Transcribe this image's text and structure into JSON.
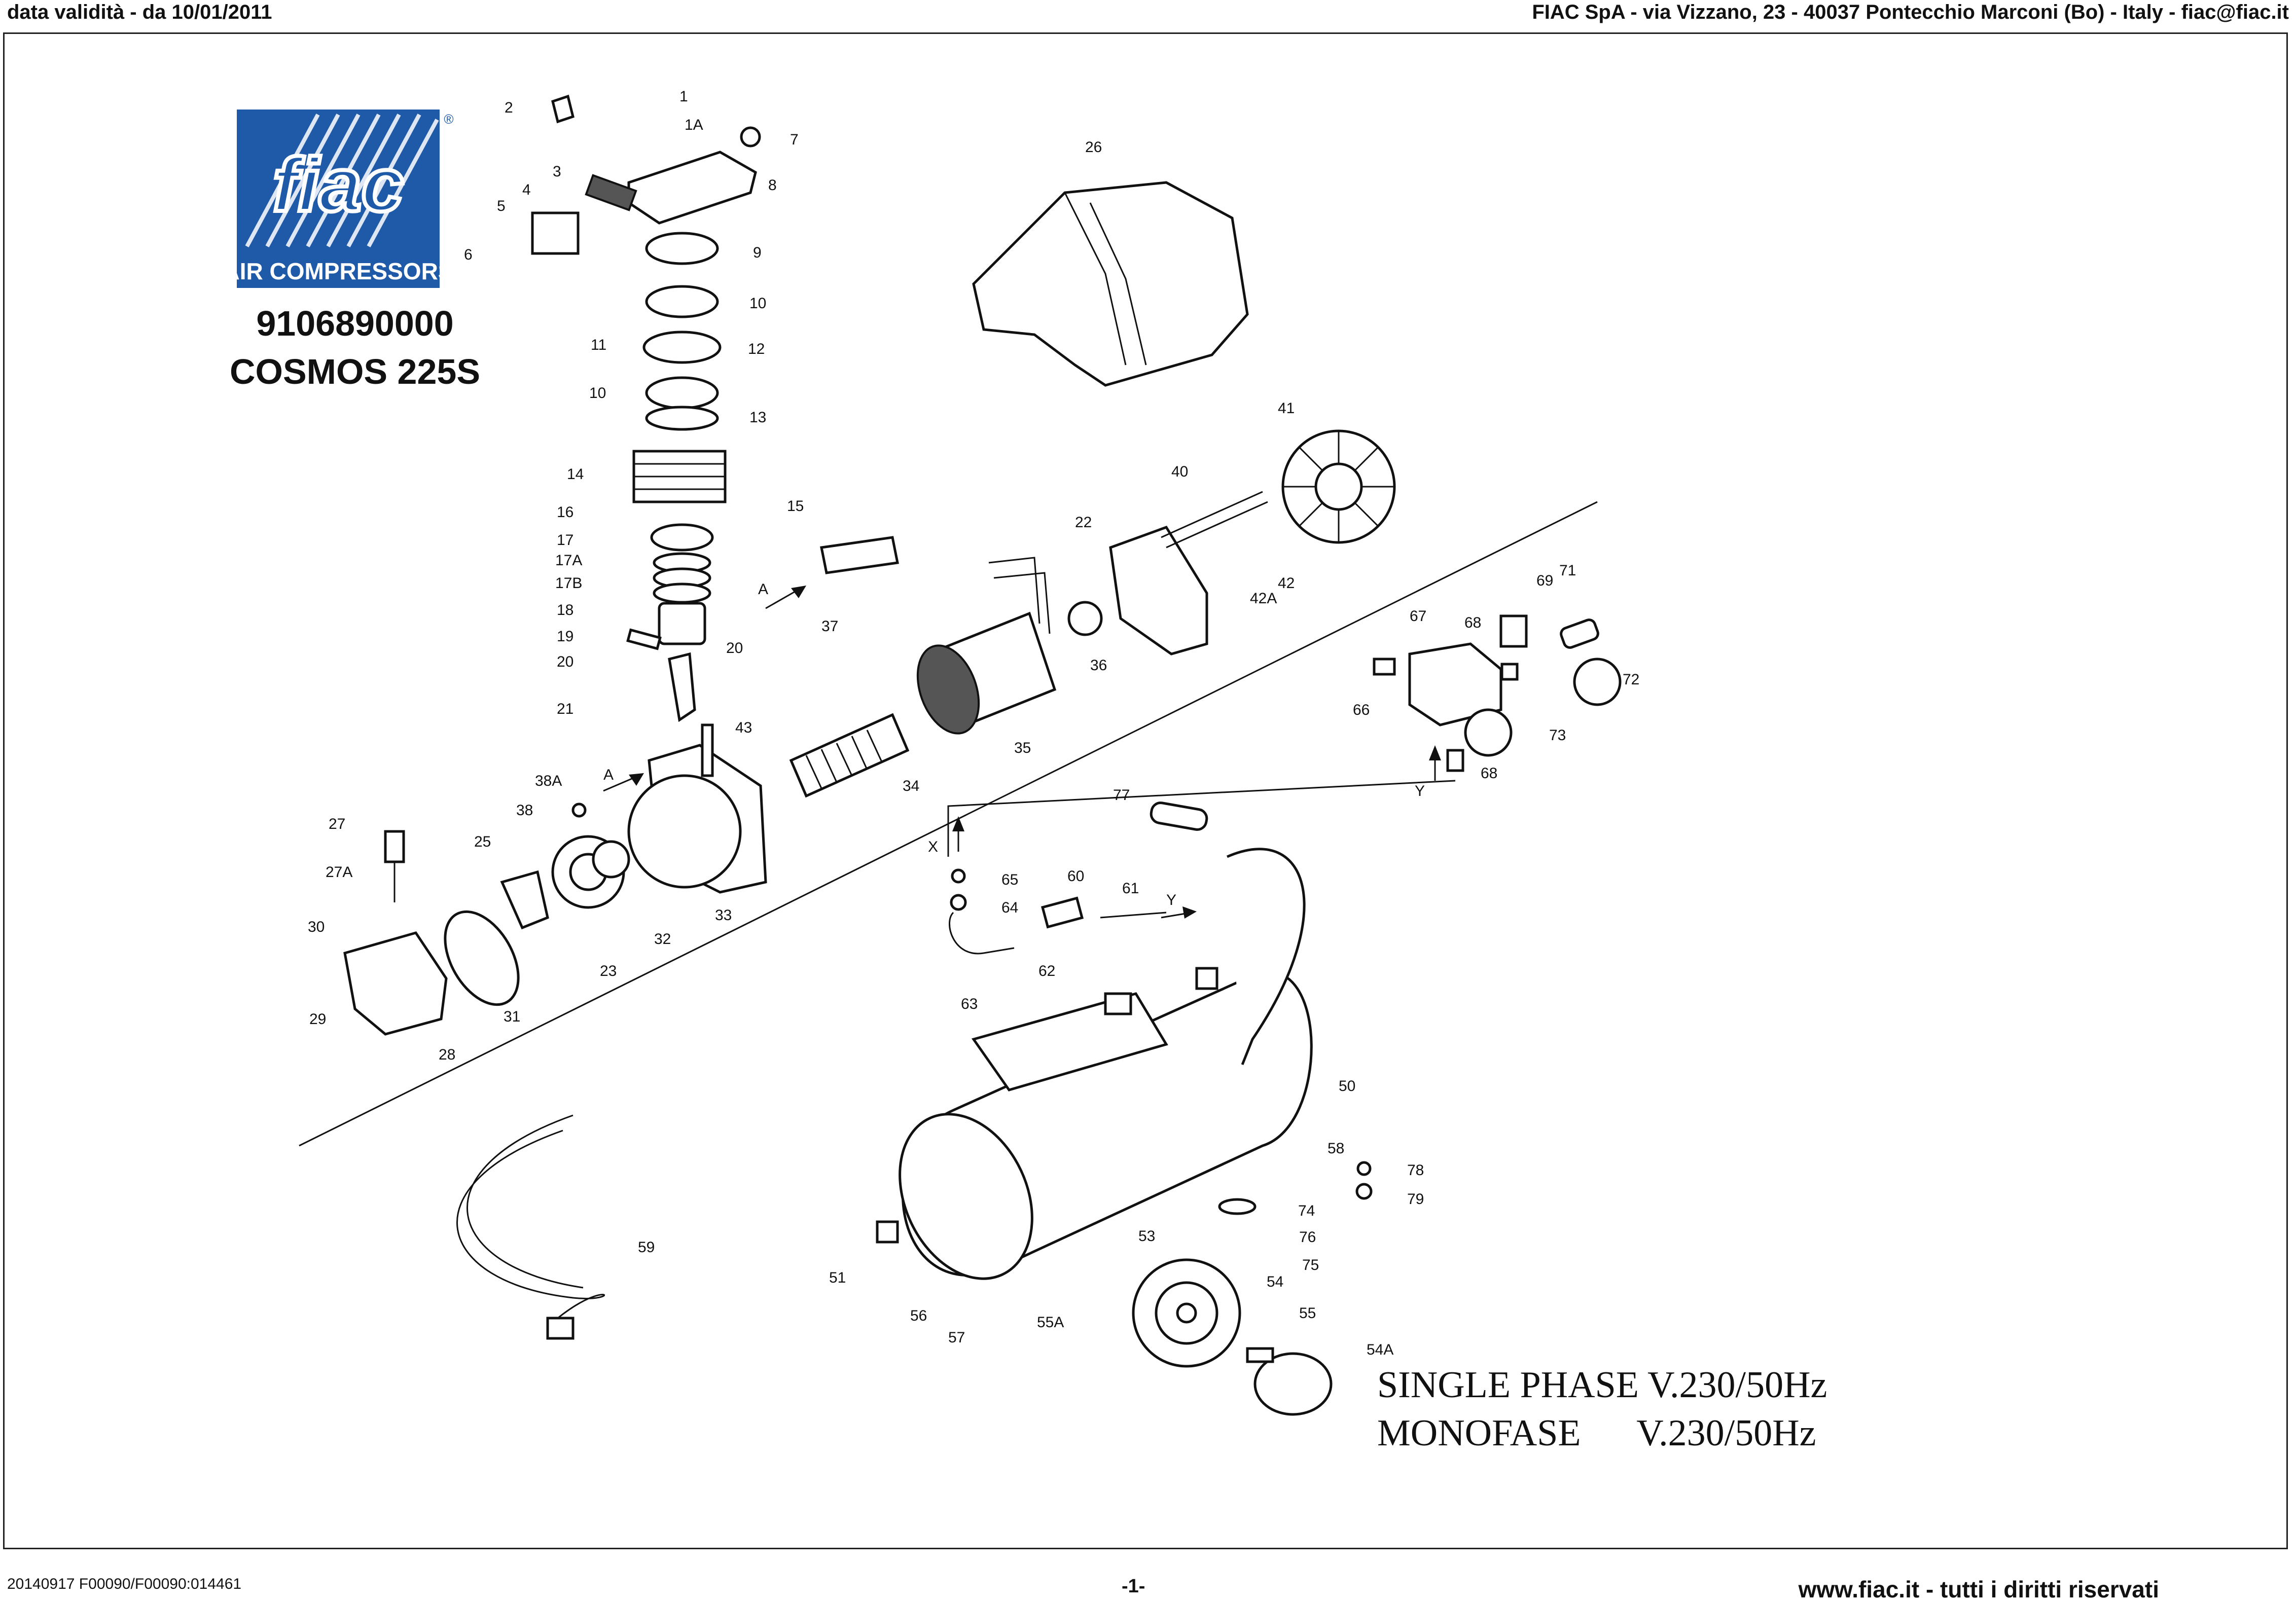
{
  "header": {
    "validity": "data validità - da 10/01/2011",
    "company": "FIAC SpA - via Vizzano, 23 - 40037 Pontecchio Marconi (Bo) - Italy - fiac@fiac.it"
  },
  "logo": {
    "wordmark": "fiac",
    "tagline": "AIR COMPRESSORS",
    "registered": "®",
    "colors": {
      "blue": "#1f5aa8",
      "white": "#ffffff"
    }
  },
  "model": {
    "code": "9106890000",
    "name": "COSMOS 225S"
  },
  "voltage": {
    "line1": "SINGLE PHASE V.230/50Hz",
    "line2": "MONOFASE      V.230/50Hz"
  },
  "arrow_labels": [
    "A",
    "A",
    "X",
    "Y",
    "Y"
  ],
  "parts": [
    "1",
    "1A",
    "2",
    "3",
    "4",
    "5",
    "6",
    "7",
    "8",
    "9",
    "10",
    "10",
    "11",
    "12",
    "13",
    "14",
    "15",
    "16",
    "17",
    "17A",
    "17B",
    "18",
    "19",
    "20",
    "20",
    "21",
    "22",
    "23",
    "25",
    "26",
    "27",
    "27A",
    "28",
    "29",
    "30",
    "31",
    "32",
    "33",
    "34",
    "35",
    "36",
    "37",
    "38",
    "38A",
    "40",
    "41",
    "42",
    "42A",
    "43",
    "50",
    "51",
    "53",
    "54",
    "54A",
    "55",
    "55A",
    "56",
    "57",
    "58",
    "59",
    "60",
    "61",
    "62",
    "63",
    "64",
    "65",
    "66",
    "67",
    "68",
    "68",
    "69",
    "71",
    "72",
    "73",
    "74",
    "75",
    "76",
    "77",
    "78",
    "79"
  ],
  "footer": {
    "doc_ref": "20140917 F00090/F00090:014461",
    "page": "-1-",
    "website": "www.fiac.it - tutti i diritti riservati"
  }
}
